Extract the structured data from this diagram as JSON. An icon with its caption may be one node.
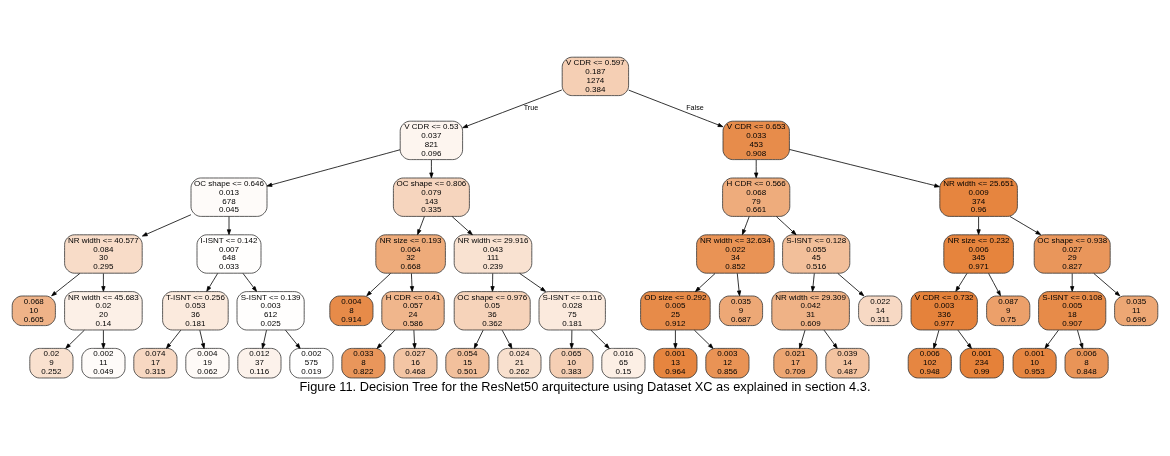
{
  "diagram": {
    "caption": "Figure 11. Decision Tree for the ResNet50 arquitecture using Dataset XC as explained in section 4.3.",
    "nodes": [
      {
        "text": [
          "V CDR <= 0.597",
          "0.187",
          "1274",
          "0.384"
        ]
      },
      {
        "text": [
          "V CDR <= 0.53",
          "0.037",
          "821",
          "0.096"
        ]
      },
      {
        "text": [
          "V CDR <= 0.653",
          "0.033",
          "453",
          "0.908"
        ]
      },
      {
        "text": [
          "OC shape <= 0.646",
          "0.013",
          "678",
          "0.045"
        ]
      },
      {
        "text": [
          "OC shape <= 0.806",
          "0.079",
          "143",
          "0.335"
        ]
      },
      {
        "text": [
          "H CDR <= 0.566",
          "0.068",
          "79",
          "0.661"
        ]
      },
      {
        "text": [
          "NR width <= 25.651",
          "0.009",
          "374",
          "0.96"
        ]
      },
      {
        "text": [
          "NR width <= 40.577",
          "0.084",
          "30",
          "0.295"
        ]
      },
      {
        "text": [
          "I-ISNT <= 0.142",
          "0.007",
          "648",
          "0.033"
        ]
      },
      {
        "text": [
          "NR size <= 0.193",
          "0.064",
          "32",
          "0.668"
        ]
      },
      {
        "text": [
          "NR width <= 29.916",
          "0.043",
          "111",
          "0.239"
        ]
      },
      {
        "text": [
          "NR width <= 32.634",
          "0.022",
          "34",
          "0.852"
        ]
      },
      {
        "text": [
          "S-ISNT <= 0.128",
          "0.055",
          "45",
          "0.516"
        ]
      },
      {
        "text": [
          "NR size <= 0.232",
          "0.006",
          "345",
          "0.971"
        ]
      },
      {
        "text": [
          "OC shape <= 0.938",
          "0.027",
          "29",
          "0.827"
        ]
      },
      {
        "text": [
          "0.068",
          "10",
          "0.605"
        ]
      },
      {
        "text": [
          "NR width <= 45.683",
          "0.02",
          "20",
          "0.14"
        ]
      },
      {
        "text": [
          "T-ISNT <= 0.256",
          "0.053",
          "36",
          "0.181"
        ]
      },
      {
        "text": [
          "S-ISNT <= 0.139",
          "0.003",
          "612",
          "0.025"
        ]
      },
      {
        "text": [
          "0.004",
          "8",
          "0.914"
        ]
      },
      {
        "text": [
          "H CDR <= 0.41",
          "0.057",
          "24",
          "0.586"
        ]
      },
      {
        "text": [
          "OC shape <= 0.976",
          "0.05",
          "36",
          "0.362"
        ]
      },
      {
        "text": [
          "S-ISNT <= 0.116",
          "0.028",
          "75",
          "0.181"
        ]
      },
      {
        "text": [
          "OD size <= 0.292",
          "0.005",
          "25",
          "0.912"
        ]
      },
      {
        "text": [
          "0.035",
          "9",
          "0.687"
        ]
      },
      {
        "text": [
          "NR width <= 29.309",
          "0.042",
          "31",
          "0.609"
        ]
      },
      {
        "text": [
          "0.022",
          "14",
          "0.311"
        ]
      },
      {
        "text": [
          "V CDR <= 0.732",
          "0.003",
          "336",
          "0.977"
        ]
      },
      {
        "text": [
          "0.087",
          "9",
          "0.75"
        ]
      },
      {
        "text": [
          "S-ISNT <= 0.108",
          "0.005",
          "18",
          "0.907"
        ]
      },
      {
        "text": [
          "0.035",
          "11",
          "0.696"
        ]
      },
      {
        "text": [
          "0.02",
          "9",
          "0.252"
        ]
      },
      {
        "text": [
          "0.002",
          "11",
          "0.049"
        ]
      },
      {
        "text": [
          "0.074",
          "17",
          "0.315"
        ]
      },
      {
        "text": [
          "0.004",
          "19",
          "0.062"
        ]
      },
      {
        "text": [
          "0.012",
          "37",
          "0.116"
        ]
      },
      {
        "text": [
          "0.002",
          "575",
          "0.019"
        ]
      },
      {
        "text": [
          "0.033",
          "8",
          "0.822"
        ]
      },
      {
        "text": [
          "0.027",
          "16",
          "0.468"
        ]
      },
      {
        "text": [
          "0.054",
          "15",
          "0.501"
        ]
      },
      {
        "text": [
          "0.024",
          "21",
          "0.262"
        ]
      },
      {
        "text": [
          "0.065",
          "10",
          "0.383"
        ]
      },
      {
        "text": [
          "0.016",
          "65",
          "0.15"
        ]
      },
      {
        "text": [
          "0.001",
          "13",
          "0.964"
        ]
      },
      {
        "text": [
          "0.003",
          "12",
          "0.856"
        ]
      },
      {
        "text": [
          "0.021",
          "17",
          "0.709"
        ]
      },
      {
        "text": [
          "0.039",
          "14",
          "0.487"
        ]
      },
      {
        "text": [
          "0.006",
          "102",
          "0.948"
        ]
      },
      {
        "text": [
          "0.001",
          "234",
          "0.99"
        ]
      },
      {
        "text": [
          "0.001",
          "10",
          "0.953"
        ]
      },
      {
        "text": [
          "0.006",
          "8",
          "0.848"
        ]
      }
    ],
    "edges": [
      {
        "from": 0,
        "to": 1,
        "arrow": "to",
        "label": "True"
      },
      {
        "from": 0,
        "to": 2,
        "arrow": "to",
        "label": "False"
      },
      {
        "from": 1,
        "to": 3,
        "arrow": "to"
      },
      {
        "from": 1,
        "to": 4,
        "arrow": "to"
      },
      {
        "from": 2,
        "to": 5,
        "arrow": "to"
      },
      {
        "from": 2,
        "to": 6,
        "arrow": "to"
      },
      {
        "from": 3,
        "to": 7,
        "arrow": "to"
      },
      {
        "from": 3,
        "to": 8,
        "arrow": "to"
      },
      {
        "from": 4,
        "to": 9,
        "arrow": "to"
      },
      {
        "from": 4,
        "to": 10,
        "arrow": "to"
      },
      {
        "from": 5,
        "to": 11,
        "arrow": "to"
      },
      {
        "from": 5,
        "to": 12,
        "arrow": "to"
      },
      {
        "from": 6,
        "to": 13,
        "arrow": "to"
      },
      {
        "from": 6,
        "to": 14,
        "arrow": "to"
      },
      {
        "from": 7,
        "to": 15,
        "arrow": "to"
      },
      {
        "from": 7,
        "to": 16,
        "arrow": "to"
      },
      {
        "from": 8,
        "to": 17,
        "arrow": "to"
      },
      {
        "from": 8,
        "to": 18,
        "arrow": "to"
      },
      {
        "from": 9,
        "to": 19,
        "arrow": "to"
      },
      {
        "from": 9,
        "to": 20,
        "arrow": "to"
      },
      {
        "from": 10,
        "to": 21,
        "arrow": "to"
      },
      {
        "from": 10,
        "to": 22,
        "arrow": "to"
      },
      {
        "from": 11,
        "to": 23,
        "arrow": "to"
      },
      {
        "from": 11,
        "to": 24,
        "arrow": "to"
      },
      {
        "from": 12,
        "to": 25,
        "arrow": "to"
      },
      {
        "from": 12,
        "to": 26,
        "arrow": "to"
      },
      {
        "from": 13,
        "to": 27,
        "arrow": "to"
      },
      {
        "from": 13,
        "to": 28,
        "arrow": "to"
      },
      {
        "from": 14,
        "to": 29,
        "arrow": "to"
      },
      {
        "from": 14,
        "to": 30,
        "arrow": "to"
      },
      {
        "from": 16,
        "to": 31,
        "arrow": "to"
      },
      {
        "from": 16,
        "to": 32,
        "arrow": "to"
      },
      {
        "from": 17,
        "to": 33,
        "arrow": "to"
      },
      {
        "from": 17,
        "to": 34,
        "arrow": "to"
      },
      {
        "from": 18,
        "to": 35,
        "arrow": "to"
      },
      {
        "from": 18,
        "to": 36,
        "arrow": "to"
      },
      {
        "from": 20,
        "to": 37,
        "arrow": "to"
      },
      {
        "from": 20,
        "to": 38,
        "arrow": "to"
      },
      {
        "from": 21,
        "to": 39,
        "arrow": "to"
      },
      {
        "from": 21,
        "to": 40,
        "arrow": "to"
      },
      {
        "from": 22,
        "to": 41,
        "arrow": "to"
      },
      {
        "from": 22,
        "to": 42,
        "arrow": "to"
      },
      {
        "from": 23,
        "to": 43,
        "arrow": "to"
      },
      {
        "from": 23,
        "to": 44,
        "arrow": "to"
      },
      {
        "from": 25,
        "to": 45,
        "arrow": "to"
      },
      {
        "from": 25,
        "to": 46,
        "arrow": "to"
      },
      {
        "from": 27,
        "to": 47,
        "arrow": "to"
      },
      {
        "from": 27,
        "to": 48,
        "arrow": "to"
      },
      {
        "from": 29,
        "to": 49,
        "arrow": "to"
      },
      {
        "from": 29,
        "to": 50,
        "arrow": "to"
      }
    ]
  }
}
